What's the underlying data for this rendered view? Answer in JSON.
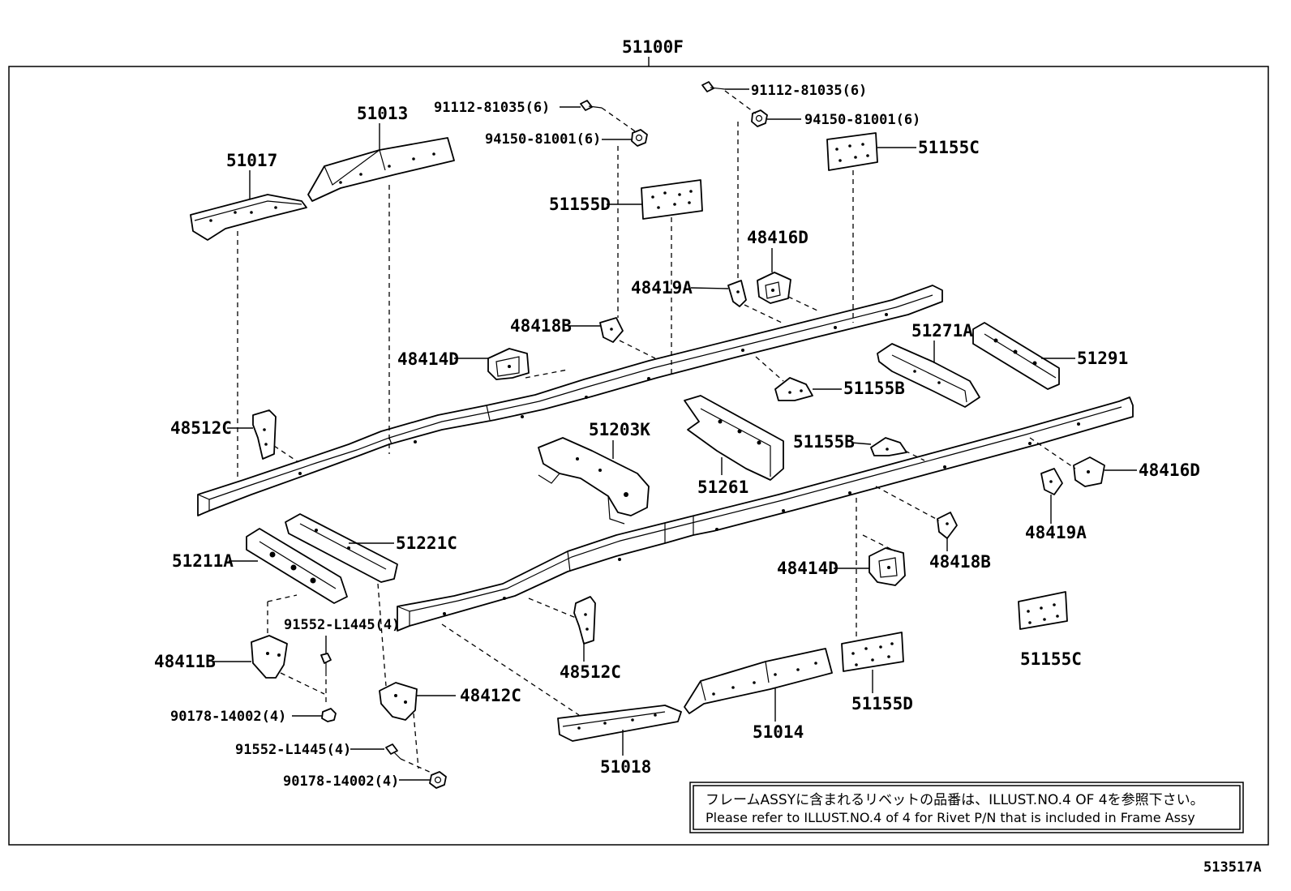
{
  "diagram": {
    "assembly_label": "51100F",
    "illustration_id": "513517A",
    "note": {
      "japanese": "フレームASSYに含まれるリベットの品番は、ILLUST.NO.4 OF 4を参照下さい。",
      "english": "Please refer to ILLUST.NO.4 of 4 for Rivet P/N that is included in Frame Assy"
    },
    "parts": {
      "p51013": "51013",
      "p51017": "51017",
      "p91112_a": "91112-81035(6)",
      "p94150_a": "94150-81001(6)",
      "p91112_b": "91112-81035(6)",
      "p94150_b": "94150-81001(6)",
      "p51155C_top": "51155C",
      "p51155D_top": "51155D",
      "p48416D_top": "48416D",
      "p48419A_top": "48419A",
      "p48418B_top": "48418B",
      "p48414D_top": "48414D",
      "p51271A": "51271A",
      "p51291": "51291",
      "p51155B_a": "51155B",
      "p48512C_top": "48512C",
      "p51203K": "51203K",
      "p51155B_b": "51155B",
      "p51261": "51261",
      "p48416D_right": "48416D",
      "p51221C": "51221C",
      "p51211A": "51211A",
      "p48419A_right": "48419A",
      "p48418B_right": "48418B",
      "p48414D_mid": "48414D",
      "p91552_a": "91552-L1445(4)",
      "p48411B": "48411B",
      "p48512C_bottom": "48512C",
      "p48412C": "48412C",
      "p51155C_right": "51155C",
      "p90178_a": "90178-14002(4)",
      "p51155D_bottom": "51155D",
      "p51014": "51014",
      "p91552_b": "91552-L1445(4)",
      "p51018": "51018",
      "p90178_b": "90178-14002(4)"
    }
  }
}
